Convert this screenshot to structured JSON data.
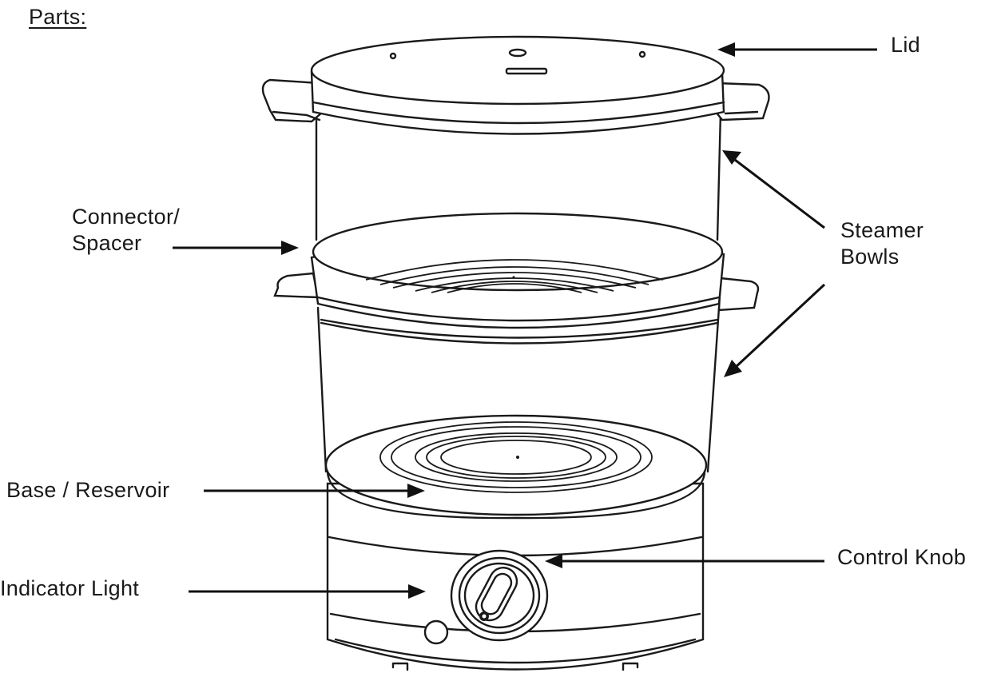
{
  "heading": "Parts:",
  "labels": {
    "lid": "Lid",
    "connector_line1": "Connector/",
    "connector_line2": "Spacer",
    "steamer_line1": "Steamer",
    "steamer_line2": "Bowls",
    "base": "Base / Reservoir",
    "control_knob": "Control Knob",
    "indicator_light": "Indicator Light"
  }
}
